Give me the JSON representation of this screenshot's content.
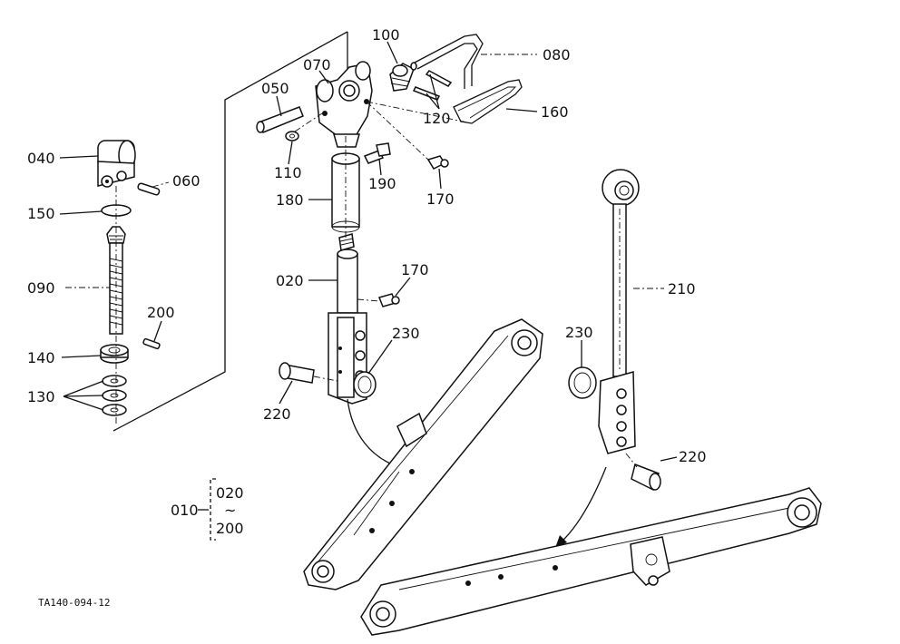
{
  "labels": {
    "p040": "040",
    "p060": "060",
    "p150": "150",
    "p090": "090",
    "p200": "200",
    "p140": "140",
    "p130": "130",
    "p050": "050",
    "p070": "070",
    "p100": "100",
    "p080": "080",
    "p120": "120",
    "p160": "160",
    "p110": "110",
    "p190": "190",
    "p170a": "170",
    "p180": "180",
    "p020": "020",
    "p170b": "170",
    "p230a": "230",
    "p220a": "220",
    "p210": "210",
    "p230b": "230",
    "p220b": "220",
    "assy_main": "010",
    "assy_from": "020",
    "assy_tilde": "~",
    "assy_to": "200"
  },
  "figure_code": "TA140-094-12"
}
